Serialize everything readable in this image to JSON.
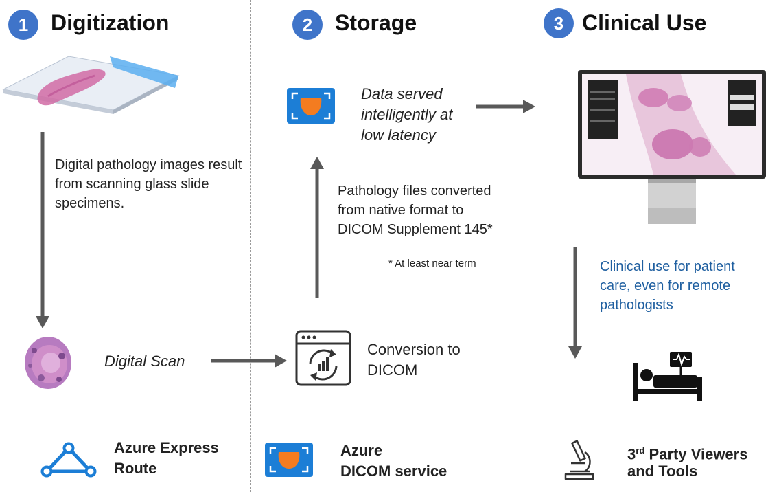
{
  "steps": [
    {
      "number": "1",
      "title": "Digitization"
    },
    {
      "number": "2",
      "title": "Storage"
    },
    {
      "number": "3",
      "title": "Clinical Use"
    }
  ],
  "digitization": {
    "description": "Digital pathology images result from scanning  glass slide specimens.",
    "scan_label": "Digital Scan",
    "service_line1": "Azure Express",
    "service_line2": "Route"
  },
  "storage": {
    "served_text": "Data served intelligently at low latency",
    "conversion_text": "Pathology files converted from native format to DICOM Supplement 145*",
    "footnote": "* At least near term",
    "conversion_label": "Conversion to DICOM",
    "service_line1": "Azure",
    "service_line2": "DICOM service"
  },
  "clinical": {
    "use_text": "Clinical use for patient care, even for remote pathologists",
    "viewers_prefix": "3",
    "viewers_sup": "rd",
    "viewers_line1_rest": " Party Viewers",
    "viewers_line2": "and Tools"
  },
  "colors": {
    "step_badge": "#3f74c9",
    "arrow": "#595959",
    "azure_blue": "#1c7ed6",
    "dicom_orange": "#f47c20",
    "clinical_text": "#1f5fa0"
  },
  "icons": [
    "glass-slide-image",
    "tissue-sample-image",
    "dicom-service-icon",
    "conversion-window-icon",
    "monitor-viewer-image",
    "patient-bed-icon",
    "express-route-icon",
    "microscope-icon"
  ]
}
